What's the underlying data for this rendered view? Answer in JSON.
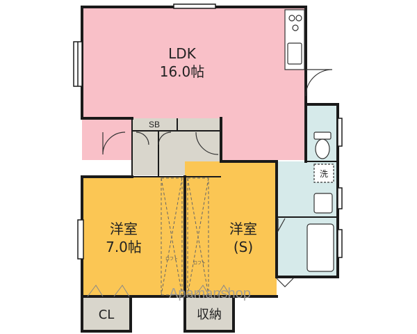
{
  "rooms": {
    "ldk": {
      "name": "LDK",
      "size": "16.0帖",
      "fill": "#f9c0c8"
    },
    "western_room_1": {
      "name": "洋室",
      "size": "7.0帖",
      "fill": "#fbc654"
    },
    "western_room_2": {
      "name": "洋室",
      "size": "(S)",
      "fill": "#fbc654"
    },
    "shoe_box": {
      "name": "SB"
    },
    "closet": {
      "name": "CL"
    },
    "storage": {
      "name": "収納"
    },
    "washroom": {
      "name": "洗"
    }
  },
  "loft_labels": [
    "ロフト",
    "ロフト"
  ],
  "watermark": "Apamanshop",
  "colors": {
    "wall": "#1a1a1a",
    "hall": "#d9d6cc",
    "water": "#d6eaea",
    "closet": "#d9d6cc"
  }
}
